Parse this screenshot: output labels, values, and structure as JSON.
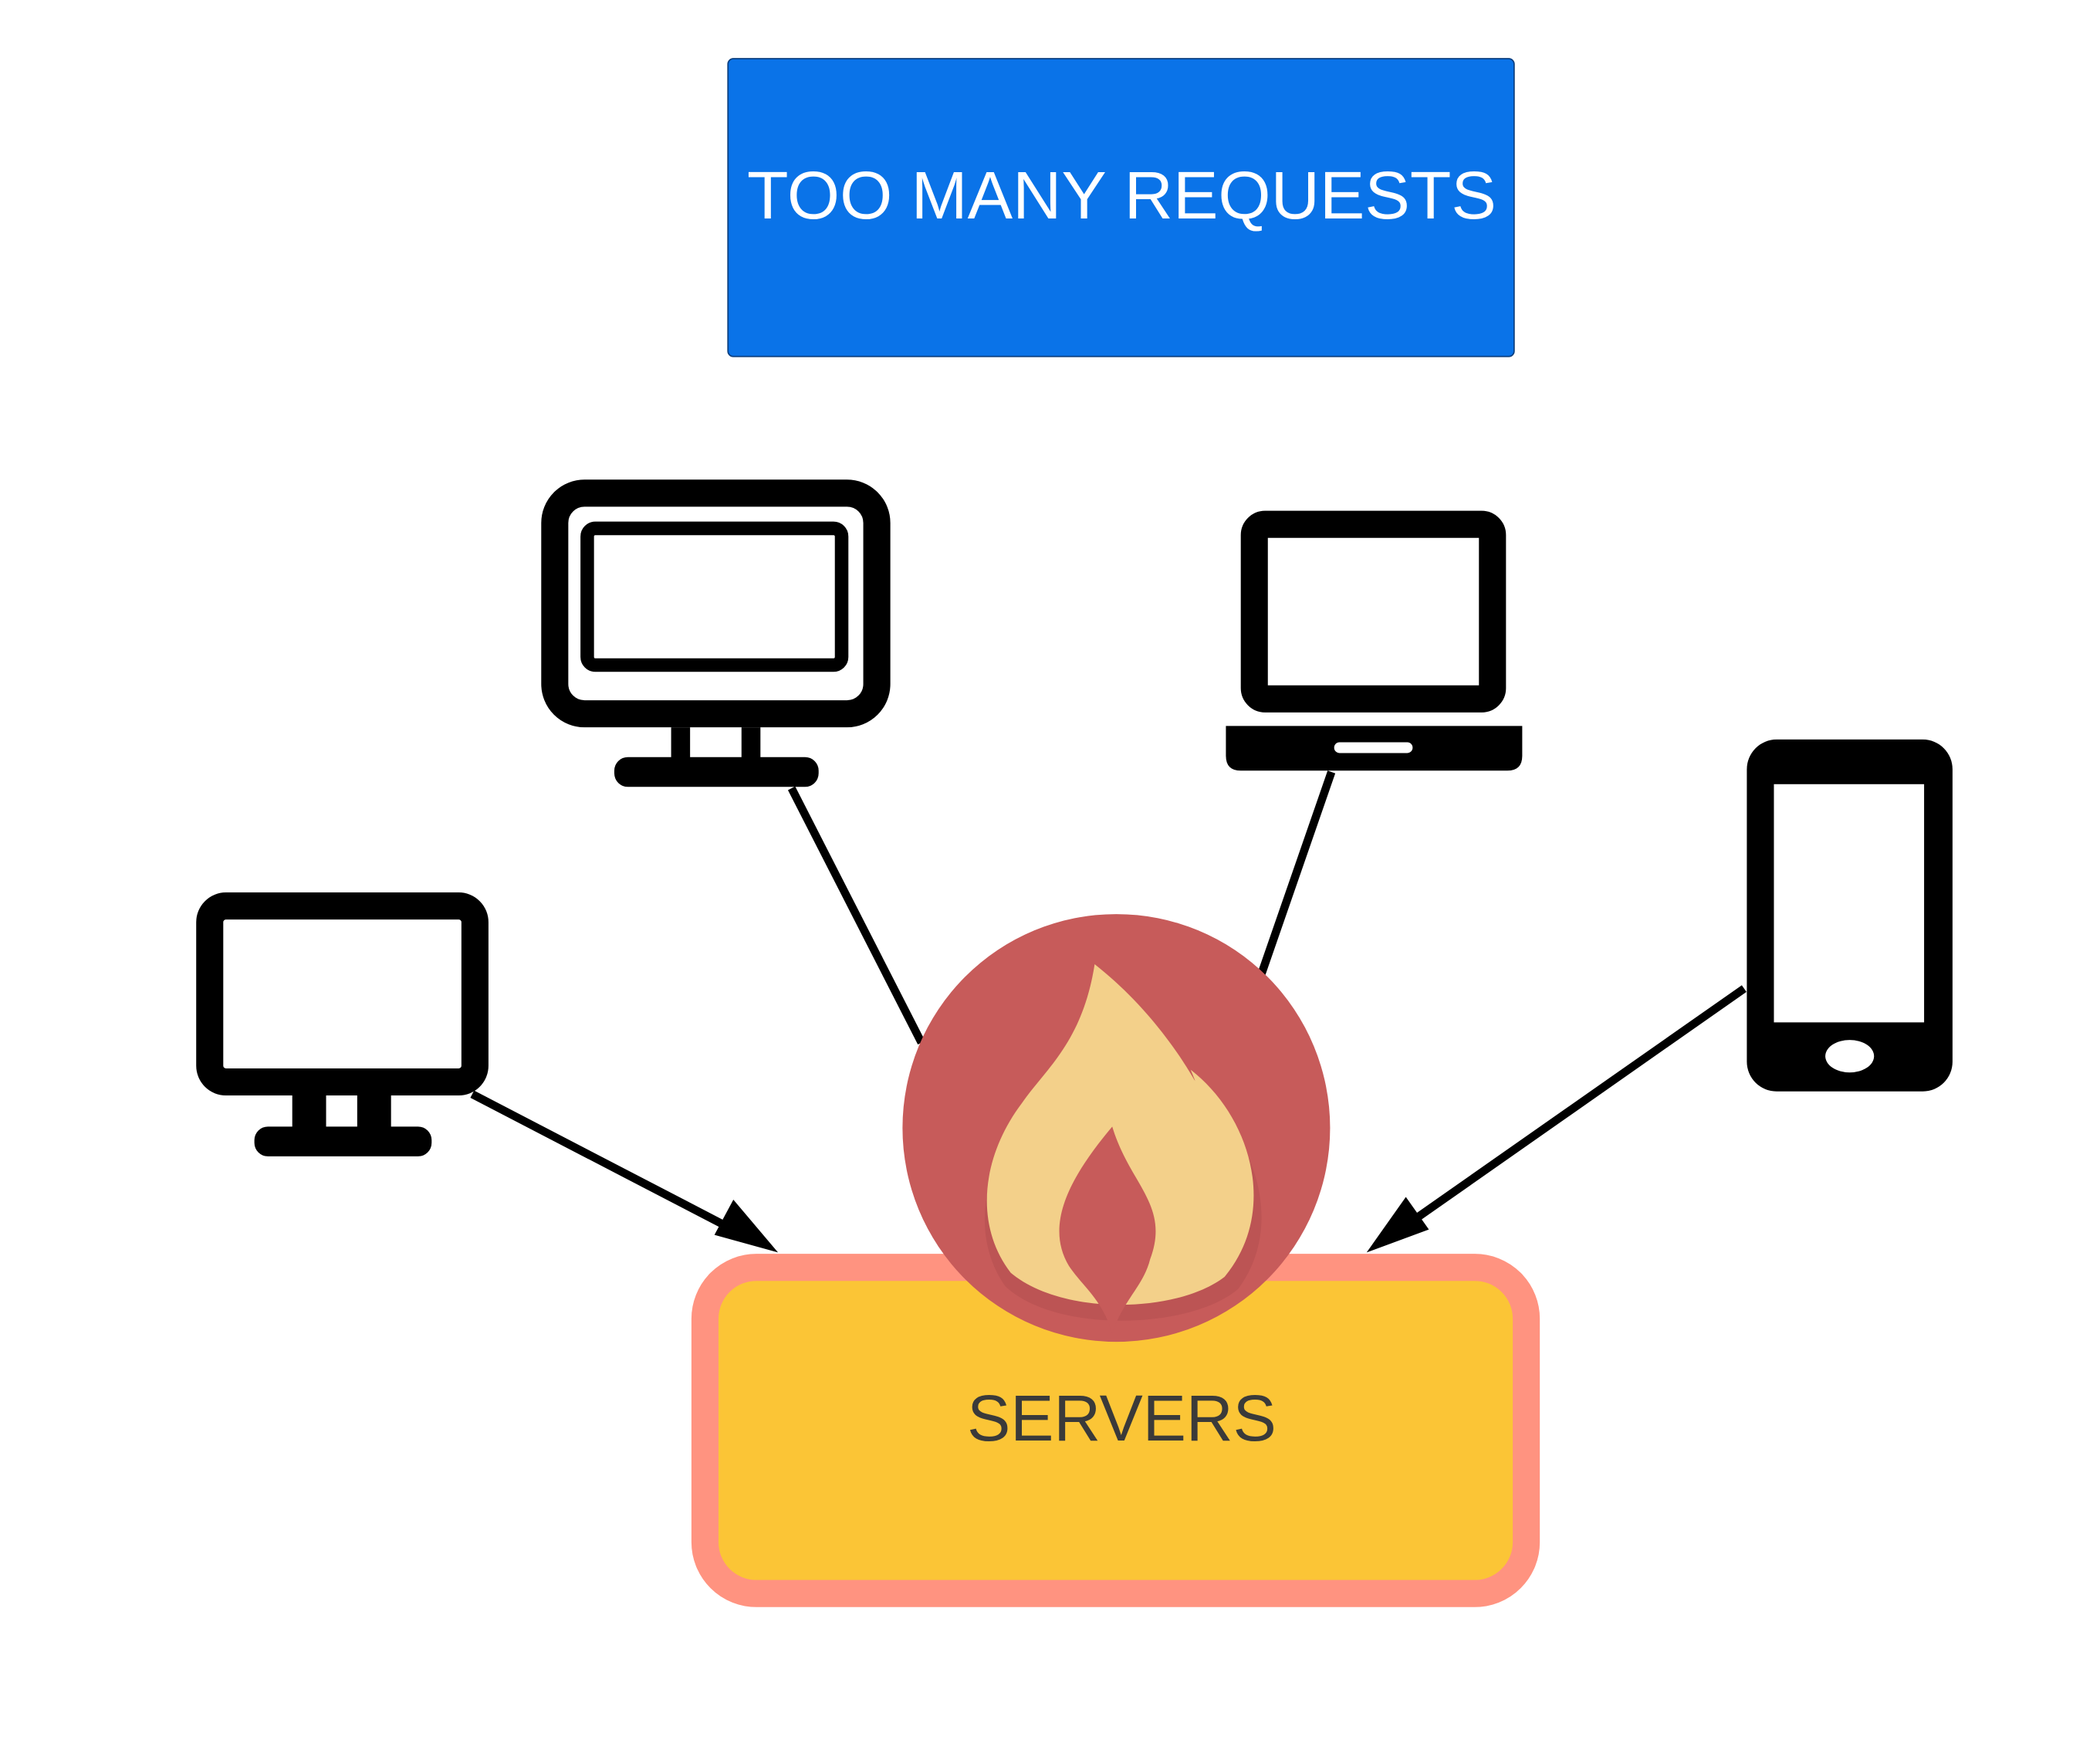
{
  "title_box": {
    "label": "TOO MANY REQUESTS",
    "fill": "#0a73e8",
    "text_color": "#ffffff"
  },
  "servers_box": {
    "label": "SERVERS",
    "fill": "#fbc536",
    "border": "#ff9380",
    "text_color": "#3a3a3a"
  },
  "fire_badge": {
    "icon": "flame-icon",
    "circle_color": "#c75b5a",
    "outer_flame_color": "#f3d08a",
    "inner_flame_color": "#c75b5a"
  },
  "devices": [
    {
      "icon": "desktop-monitor-icon",
      "connects_to": "servers",
      "arrowhead": true
    },
    {
      "icon": "desktop-monitor-large-icon",
      "connects_to": "servers",
      "arrowhead": false
    },
    {
      "icon": "laptop-icon",
      "connects_to": "servers",
      "arrowhead": false
    },
    {
      "icon": "smartphone-icon",
      "connects_to": "servers",
      "arrowhead": true
    }
  ],
  "colors": {
    "background": "#ffffff",
    "icon_stroke": "#000000"
  }
}
